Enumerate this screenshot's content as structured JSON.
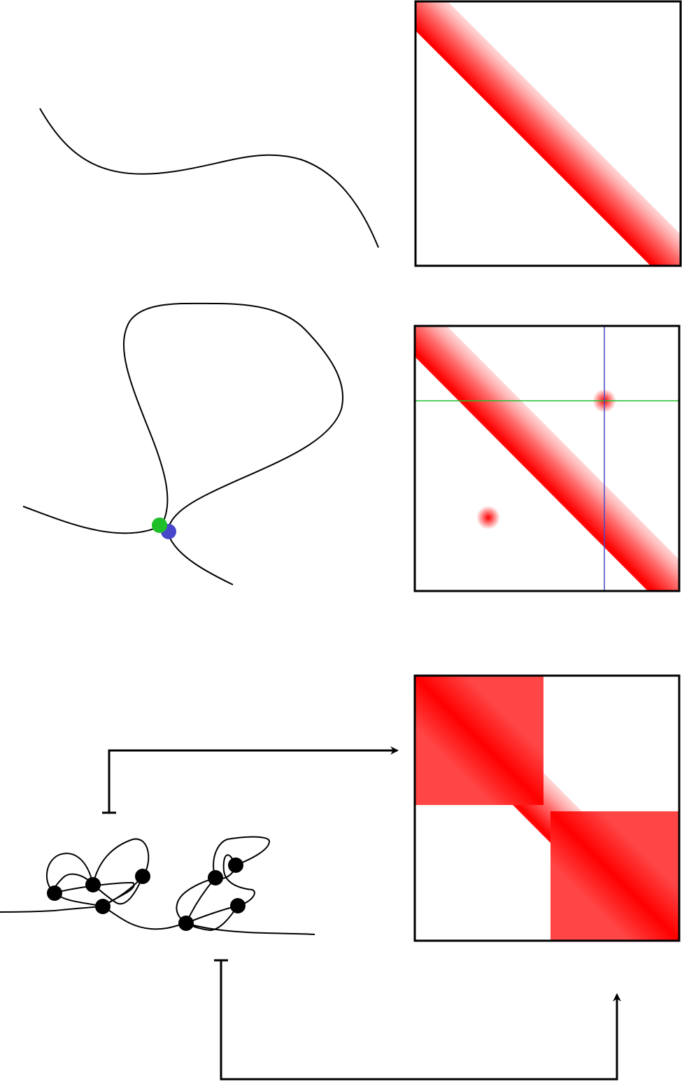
{
  "colors": {
    "background": "#ffffff",
    "stroke": "#000000",
    "contact_red": "#ff0000",
    "contact_green": "#1fbf2a",
    "contact_blue": "#4747cc"
  },
  "panels": [
    {
      "id": "linear-chain",
      "matrix": "diagonal-band"
    },
    {
      "id": "single-loop",
      "matrix": "diagonal-band-with-contact-spots"
    },
    {
      "id": "domains",
      "matrix": "two-block-domains"
    }
  ]
}
